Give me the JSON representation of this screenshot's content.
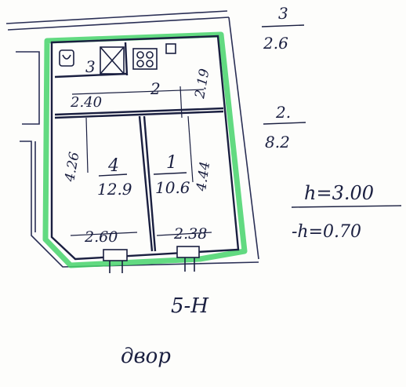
{
  "annotations": {
    "unit_top_num": "3",
    "unit_top_den": "2.6",
    "unit_mid_num": "2.",
    "unit_mid_den": "8.2",
    "height_above": "h=3.00",
    "height_below": "-h=0.70",
    "building_code": "5-Н",
    "yard_label": "двор"
  },
  "rooms": {
    "bath_label": "3",
    "hall_label": "2",
    "room_left_num": "4",
    "room_left_area": "12.9",
    "room_right_num": "1",
    "room_right_area": "10.6"
  },
  "dimensions": {
    "hall_width": "2.40",
    "hall_depth": "2.19",
    "left_room_height": "4.26",
    "right_room_height": "4.44",
    "left_room_width": "2.60",
    "right_room_width": "2.38"
  },
  "colors": {
    "ink": "#1a1f40",
    "outline_green": "#46d46b"
  }
}
